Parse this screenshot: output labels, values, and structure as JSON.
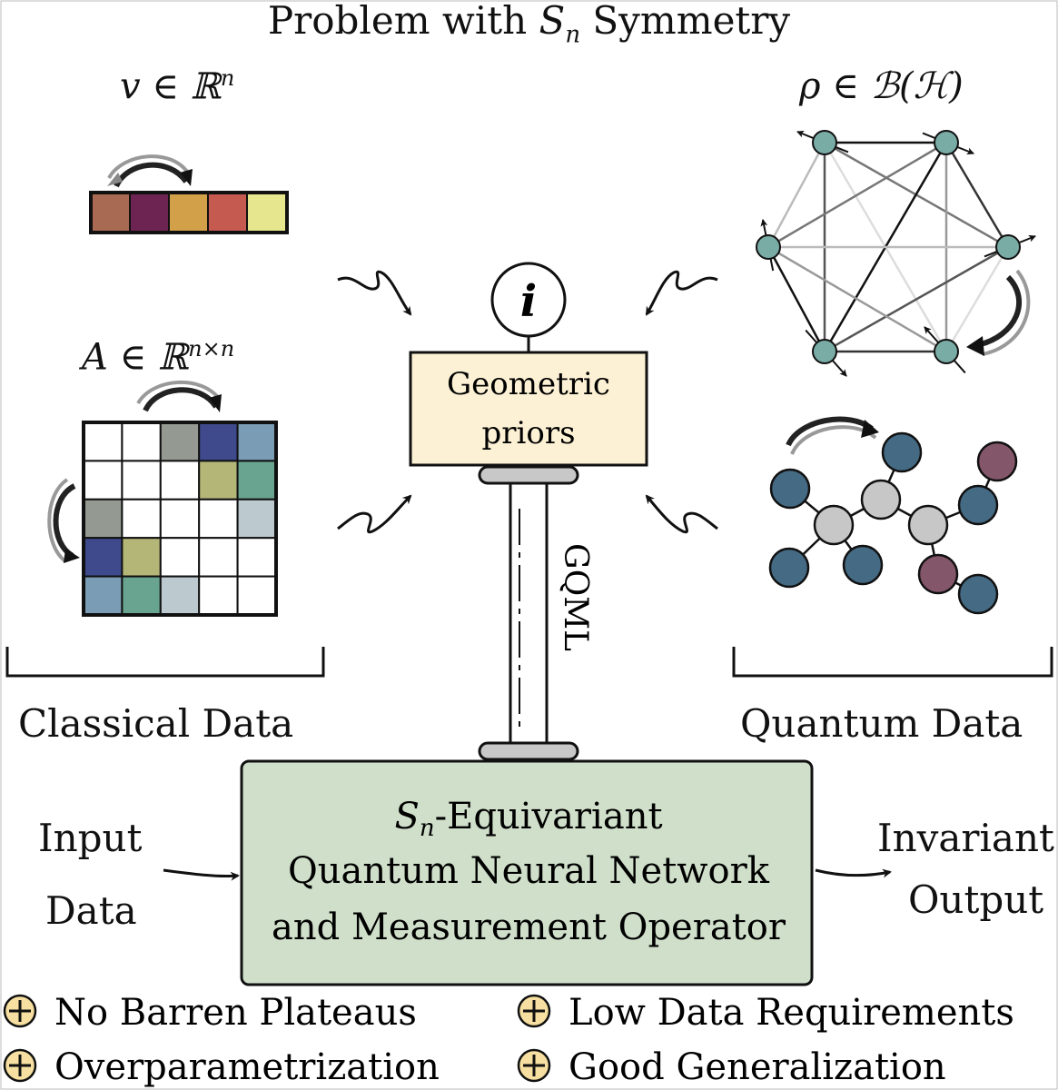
{
  "title": {
    "prefix": "Problem with ",
    "sym_main": "S",
    "sym_sub": "n",
    "suffix": " Symmetry"
  },
  "classical": {
    "vector_label": "v ∈ ℝ",
    "vector_label_sup": "n",
    "vector_colors": [
      "#a86a52",
      "#6e2452",
      "#d2a048",
      "#c45a50",
      "#e6e68e"
    ],
    "matrix_label": "A ∈ ℝ",
    "matrix_label_sup": "n×n",
    "matrix_colors": [
      [
        "#ffffff",
        "#ffffff",
        "#949a92",
        "#3f4a8c",
        "#7a9cb4"
      ],
      [
        "#ffffff",
        "#ffffff",
        "#ffffff",
        "#b4b678",
        "#68a490"
      ],
      [
        "#949a92",
        "#ffffff",
        "#ffffff",
        "#ffffff",
        "#bccad0"
      ],
      [
        "#3f4a8c",
        "#b4b678",
        "#ffffff",
        "#ffffff",
        "#ffffff"
      ],
      [
        "#7a9cb4",
        "#68a490",
        "#bccad0",
        "#ffffff",
        "#ffffff"
      ]
    ],
    "section_label": "Classical Data"
  },
  "quantum": {
    "state_label": "ρ ∈ ℬ(ℋ)",
    "section_label": "Quantum Data"
  },
  "center": {
    "info_symbol": "i",
    "priors_line1": "Geometric",
    "priors_line2": "priors",
    "pillar_label": "GQML"
  },
  "model": {
    "line1_sym": "S",
    "line1_sub": "n",
    "line1_rest": "-Equivariant",
    "line2": "Quantum Neural Network",
    "line3": "and Measurement Operator"
  },
  "io": {
    "input_line1": "Input",
    "input_line2": "Data",
    "output_line1": "Invariant",
    "output_line2": "Output"
  },
  "benefits": [
    "No Barren Plateaus",
    "Low Data Requirements",
    "Overparametrization",
    "Good Generalization"
  ],
  "colors": {
    "priors_fill": "#fcf1d4",
    "model_fill": "#cfdfca",
    "qubit_fill": "#7aaca6",
    "atom_blue": "#456a84",
    "atom_gray": "#c7c7c7",
    "atom_mauve": "#84566a",
    "plus_fill": "#f6dfa0"
  }
}
